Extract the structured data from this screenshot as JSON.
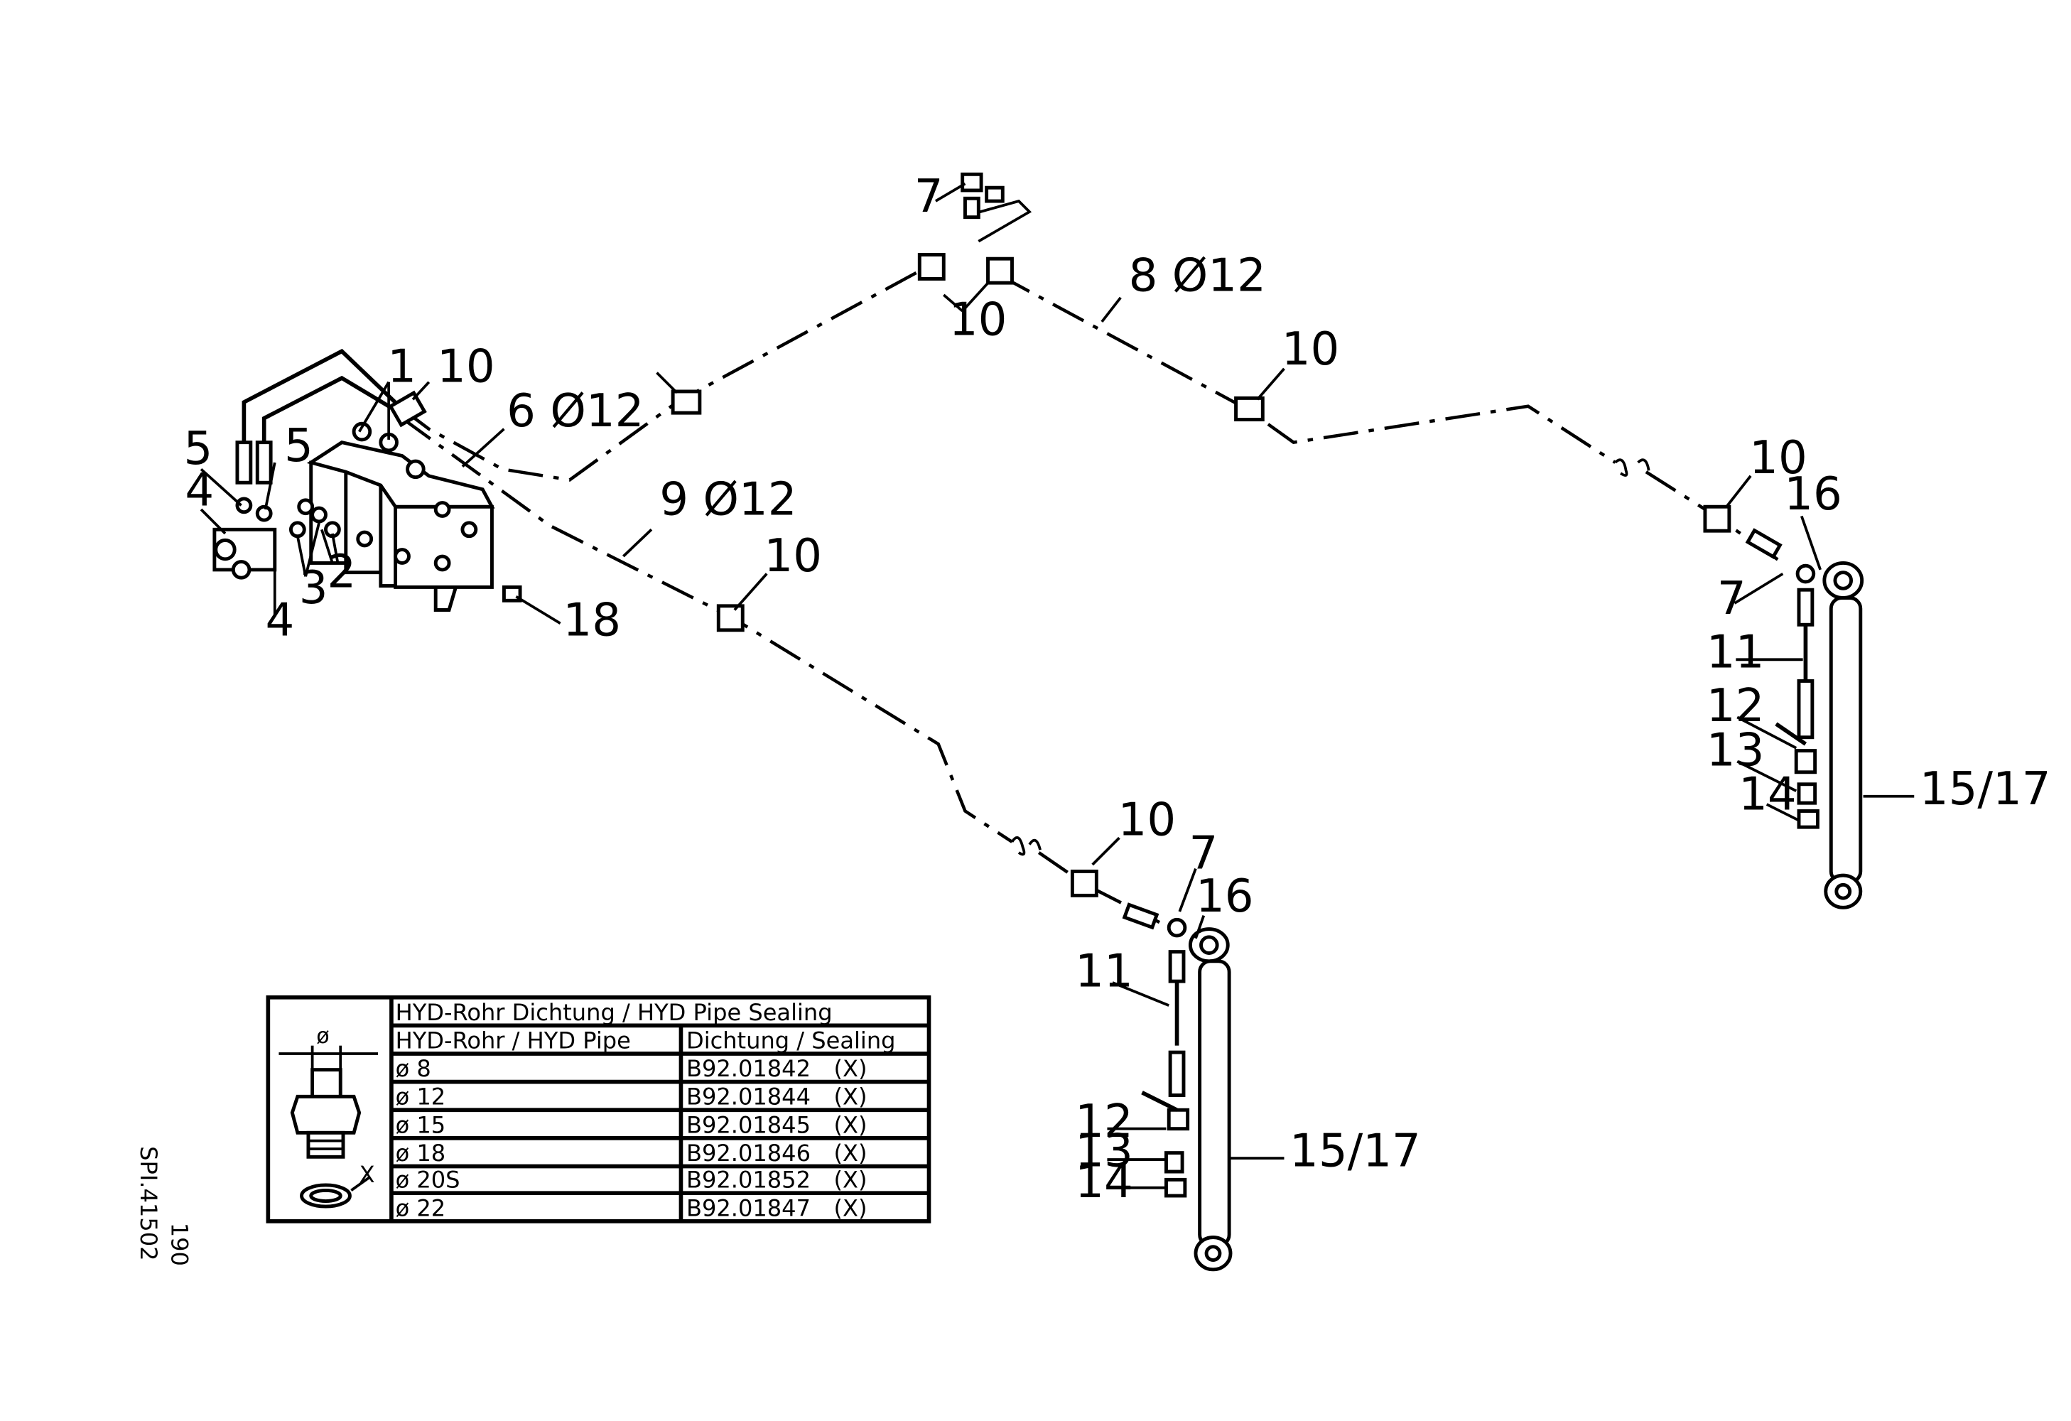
{
  "callouts": {
    "c1": "1",
    "c2": "2",
    "c3": "3",
    "c4a": "4",
    "c4b": "4",
    "c5a": "5",
    "c5b": "5",
    "c6": "6 Ø12",
    "c7a": "7",
    "c7b": "7",
    "c7c": "7",
    "c8": "8 Ø12",
    "c9": "9 Ø12",
    "c10a": "10",
    "c10b": "10",
    "c10c": "10",
    "c10d": "10",
    "c10e": "10",
    "c10f": "10",
    "c11a": "11",
    "c11b": "11",
    "c12a": "12",
    "c12b": "12",
    "c13a": "13",
    "c13b": "13",
    "c14a": "14",
    "c14b": "14",
    "c15a": "15/17",
    "c15b": "15/17",
    "c16a": "16",
    "c16b": "16",
    "c18": "18"
  },
  "table": {
    "title": "HYD-Rohr Dichtung / HYD Pipe Sealing",
    "col1": "HYD-Rohr / HYD Pipe",
    "col2": "Dichtung / Sealing",
    "diameter_symbol": "ø",
    "seal_marker": "X",
    "rows": [
      {
        "pipe": "ø  8",
        "seal": "B92.01842",
        "mark": "(X)"
      },
      {
        "pipe": "ø  12",
        "seal": "B92.01844",
        "mark": "(X)"
      },
      {
        "pipe": "ø  15",
        "seal": "B92.01845",
        "mark": "(X)"
      },
      {
        "pipe": "ø  18",
        "seal": "B92.01846",
        "mark": "(X)"
      },
      {
        "pipe": "ø  20S",
        "seal": "B92.01852",
        "mark": "(X)"
      },
      {
        "pipe": "ø  22",
        "seal": "B92.01847",
        "mark": "(X)"
      }
    ]
  },
  "side_text": {
    "drawing_no": "SPI.41502",
    "page": "190"
  }
}
